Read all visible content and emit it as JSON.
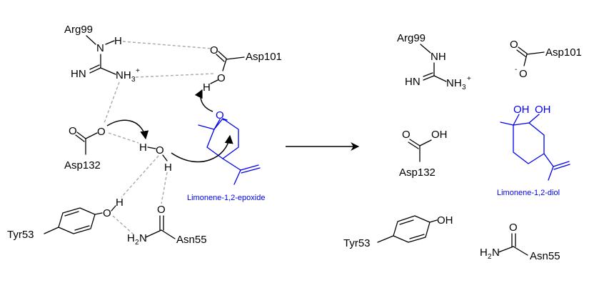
{
  "reactants": {
    "arg": {
      "name": "Arg99",
      "nh": "N",
      "h": "H",
      "imine": "HN",
      "amine": "NH",
      "sub3": "3",
      "plus": "+"
    },
    "asp101": {
      "name": "Asp101",
      "o1": "O",
      "o2": "O",
      "h": "H"
    },
    "asp132": {
      "name": "Asp132",
      "o1": "O",
      "o2": "O"
    },
    "water": {
      "h1": "H",
      "o": "O",
      "h2": "H"
    },
    "epoxide": {
      "o": "O",
      "label": "Limonene-1,2-epoxide"
    },
    "tyr": {
      "name": "Tyr53",
      "o": "O",
      "h": "H"
    },
    "asn": {
      "name": "Asn55",
      "o": "O",
      "amine": "H",
      "sub2": "2",
      "n": "N"
    }
  },
  "products": {
    "arg": {
      "name": "Arg99",
      "nh": "NH",
      "imine": "HN",
      "amine": "NH",
      "sub3": "3",
      "plus": "+"
    },
    "asp101": {
      "name": "Asp101",
      "o1": "O",
      "o2": "O",
      "minus": "-"
    },
    "asp132": {
      "name": "Asp132",
      "oh": "OH",
      "o": "O"
    },
    "diol": {
      "oh1": "OH",
      "oh2": "OH",
      "label": "Limonene-1,2-diol"
    },
    "tyr": {
      "name": "Tyr53",
      "oh": "OH"
    },
    "asn": {
      "name": "Asn55",
      "o": "O",
      "amine": "H",
      "sub2": "2",
      "n": "N"
    }
  },
  "colors": {
    "substrate": "#0000ee",
    "hbond": "#a9a9a9",
    "ink": "#000000"
  }
}
